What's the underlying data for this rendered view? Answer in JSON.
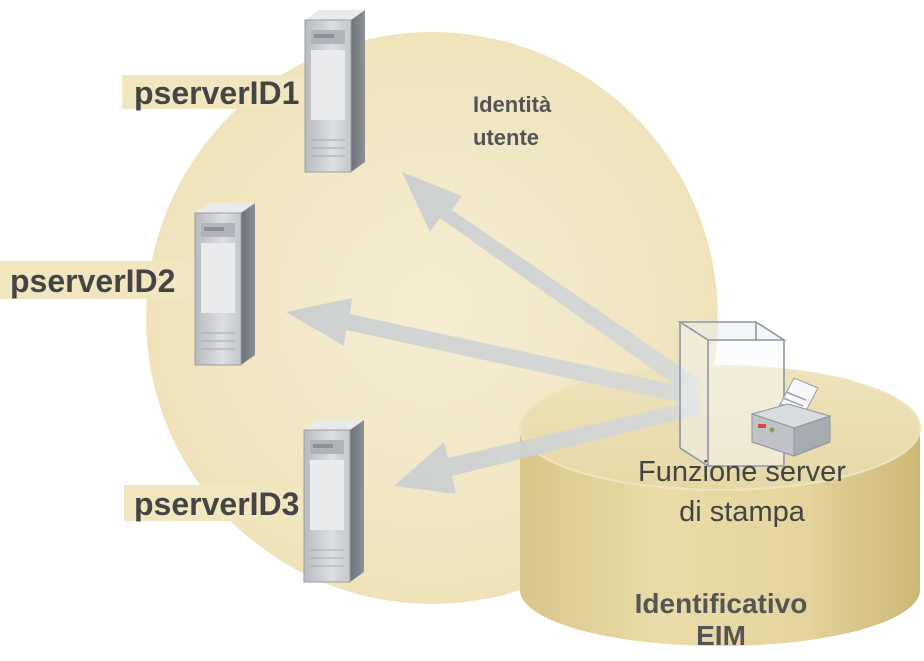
{
  "diagram": {
    "circle_label": {
      "line1": "Identità",
      "line2": "utente"
    },
    "servers": [
      {
        "id": "pserverID1"
      },
      {
        "id": "pserverID2"
      },
      {
        "id": "pserverID3"
      }
    ],
    "print_function": {
      "line1": "Funzione server",
      "line2": "di stampa"
    },
    "eim_label": {
      "line1": "Identificativo",
      "line2": "EIM"
    }
  },
  "colors": {
    "circle_fill": "#f2e8c4",
    "cylinder_fill": "#e6d8a6",
    "label_bg": "#f1e6c0",
    "server_body": "#c9cbcf",
    "arrow": "#cfd4d8",
    "text_dark": "#444444"
  }
}
